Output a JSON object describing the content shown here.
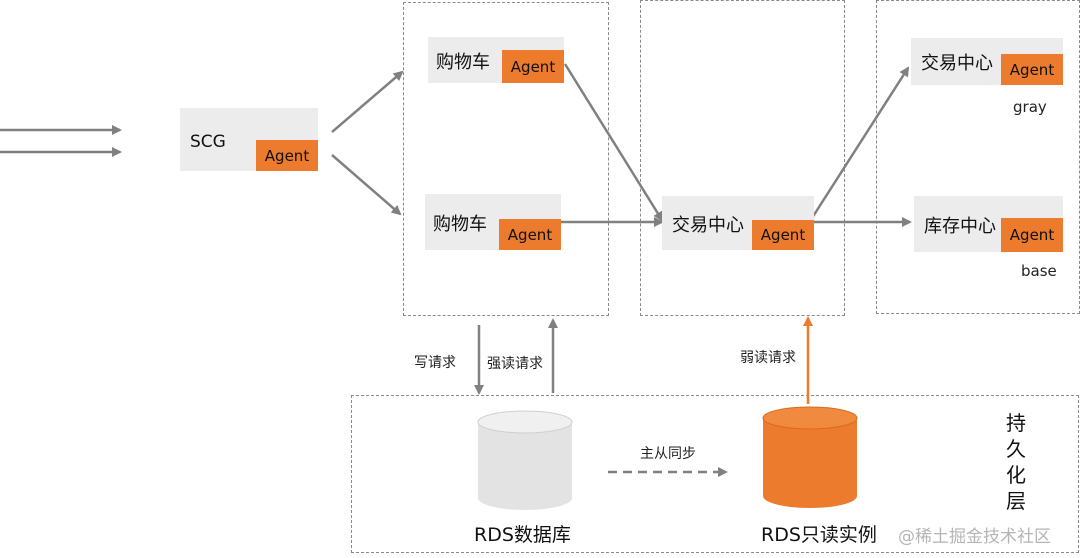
{
  "nodes": {
    "scg": {
      "name": "SCG",
      "agent": "Agent"
    },
    "cart_top": {
      "name": "购物车",
      "agent": "Agent"
    },
    "cart_bottom": {
      "name": "购物车",
      "agent": "Agent"
    },
    "trade_center": {
      "name": "交易中心",
      "agent": "Agent"
    },
    "trade_gray": {
      "name": "交易中心",
      "agent": "Agent",
      "tag": "gray"
    },
    "inventory_base": {
      "name": "库存中心",
      "agent": "Agent",
      "tag": "base"
    }
  },
  "edges": {
    "write_request": "写请求",
    "strong_read_request": "强读请求",
    "weak_read_request": "弱读请求",
    "master_slave_sync": "主从同步"
  },
  "persistence": {
    "layer_label": "持久化层",
    "rds_db": "RDS数据库",
    "rds_readonly": "RDS只读实例"
  },
  "watermark": "@稀土掘金技术社区",
  "colors": {
    "agent": "#ec7b2d",
    "box": "#ececec",
    "arrow": "#808080",
    "weak_read_arrow": "#ec7b2d",
    "cylinder_gray": "#e3e3e3",
    "cylinder_orange": "#ec7b2d"
  }
}
